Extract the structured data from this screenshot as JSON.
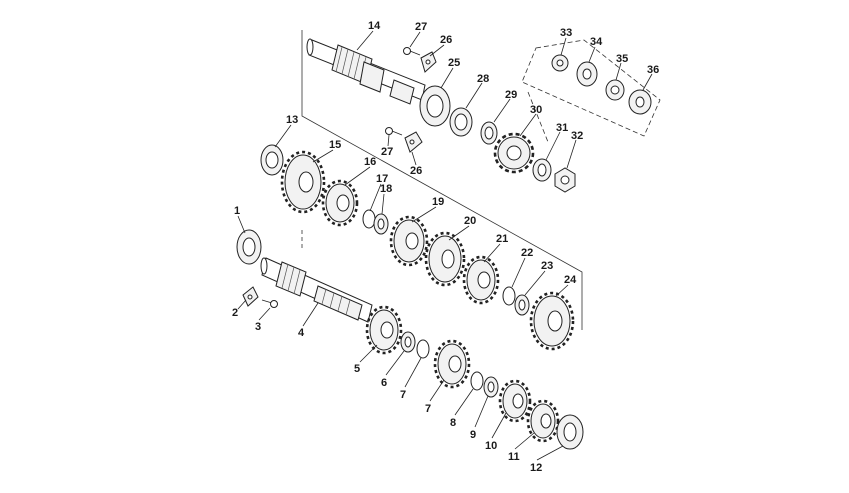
{
  "diagram": {
    "type": "exploded-parts-diagram",
    "callouts": [
      "1",
      "2",
      "3",
      "4",
      "5",
      "6",
      "7",
      "7",
      "8",
      "9",
      "10",
      "11",
      "12",
      "13",
      "14",
      "15",
      "16",
      "17",
      "18",
      "19",
      "20",
      "21",
      "22",
      "23",
      "24",
      "25",
      "26",
      "26",
      "27",
      "27",
      "28",
      "29",
      "30",
      "31",
      "32",
      "33",
      "34",
      "35",
      "36"
    ]
  }
}
